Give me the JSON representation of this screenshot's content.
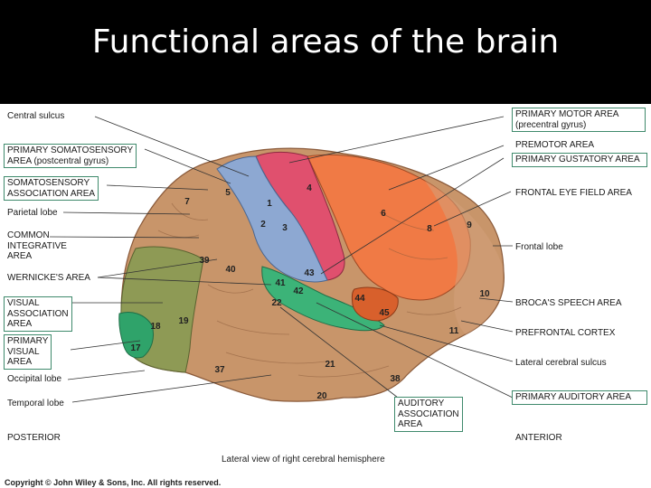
{
  "title": "Functional areas of the brain",
  "caption": "Lateral view of right cerebral hemisphere",
  "copyright": "Copyright © John Wiley & Sons, Inc. All rights reserved.",
  "left_labels": {
    "central_sulcus": "Central sulcus",
    "primary_somatosensory_1": "PRIMARY SOMATOSENSORY",
    "primary_somatosensory_2": "AREA (postcentral gyrus)",
    "somatosensory_assoc_1": "SOMATOSENSORY",
    "somatosensory_assoc_2": "ASSOCIATION AREA",
    "parietal_lobe": "Parietal lobe",
    "common_integrative_1": "COMMON",
    "common_integrative_2": "INTEGRATIVE",
    "common_integrative_3": "AREA",
    "wernickes_area": "WERNICKE'S AREA",
    "visual_assoc_1": "VISUAL",
    "visual_assoc_2": "ASSOCIATION",
    "visual_assoc_3": "AREA",
    "primary_visual_1": "PRIMARY",
    "primary_visual_2": "VISUAL",
    "primary_visual_3": "AREA",
    "occipital_lobe": "Occipital lobe",
    "temporal_lobe": "Temporal lobe",
    "posterior": "POSTERIOR"
  },
  "right_labels": {
    "primary_motor_1": "PRIMARY MOTOR AREA",
    "primary_motor_2": "(precentral gyrus)",
    "premotor": "PREMOTOR AREA",
    "primary_gustatory": "PRIMARY GUSTATORY AREA",
    "frontal_eye_field": "FRONTAL EYE FIELD AREA",
    "frontal_lobe": "Frontal lobe",
    "brocas": "BROCA'S SPEECH AREA",
    "prefrontal": "PREFRONTAL CORTEX",
    "lateral_sulcus": "Lateral cerebral sulcus",
    "primary_auditory": "PRIMARY AUDITORY AREA",
    "anterior": "ANTERIOR"
  },
  "bottom_labels": {
    "auditory_assoc_1": "AUDITORY",
    "auditory_assoc_2": "ASSOCIATION",
    "auditory_assoc_3": "AREA"
  },
  "area_numbers": [
    "1",
    "2",
    "3",
    "4",
    "5",
    "6",
    "7",
    "8",
    "9",
    "10",
    "11",
    "17",
    "18",
    "19",
    "20",
    "21",
    "22",
    "37",
    "38",
    "39",
    "40",
    "41",
    "42",
    "43",
    "44",
    "45"
  ],
  "colors": {
    "tan": "#c8956a",
    "somatosensory": "#8da8d2",
    "motor": "#e0506e",
    "premotor": "#f07a45",
    "visual": "#8e9a55",
    "primary_visual": "#2fa36a",
    "auditory": "#3cb378",
    "box_border": "#3f8a6c"
  }
}
